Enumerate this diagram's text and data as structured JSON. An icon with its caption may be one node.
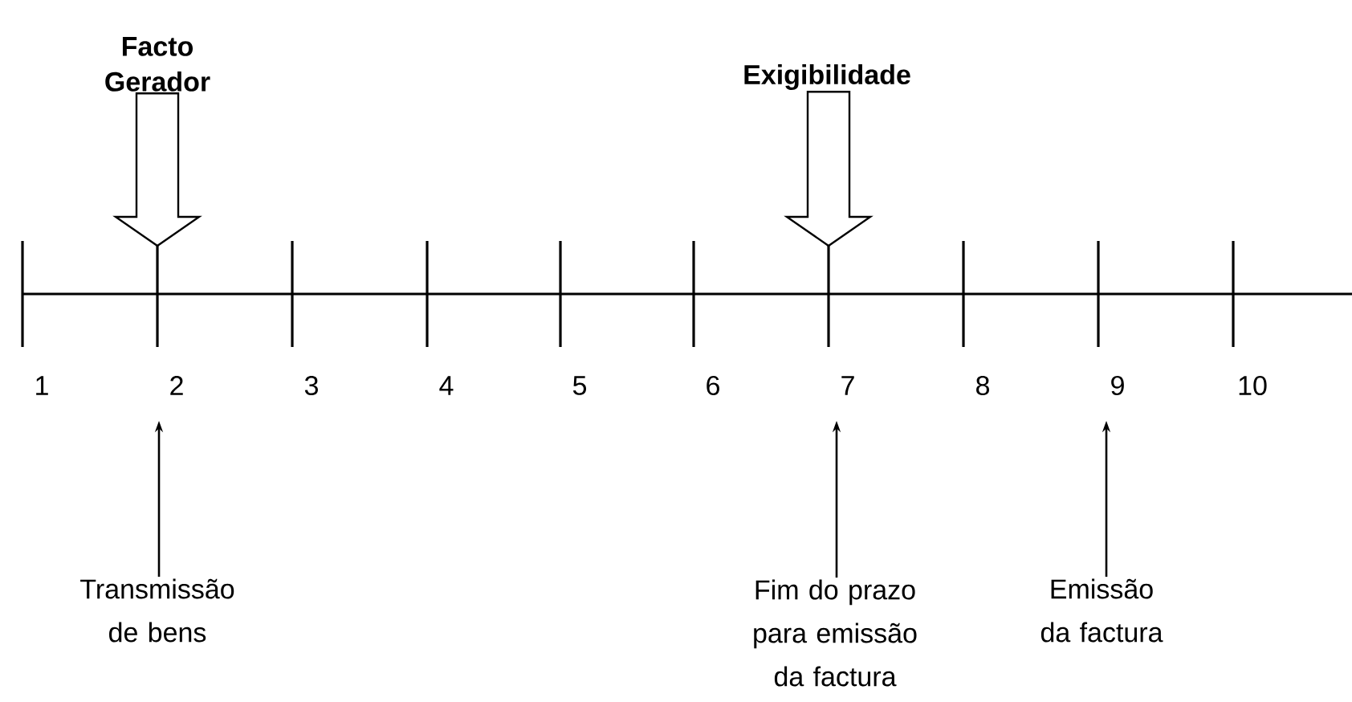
{
  "diagram": {
    "nodes": [
      {
        "text": [
          "Facto Gerador"
        ]
      },
      {
        "text": [
          "Exigibilidade"
        ]
      },
      {
        "text": [
          "Transmissão de bens"
        ]
      },
      {
        "text": [
          "Fim do prazo para emissão da factura"
        ]
      },
      {
        "text": [
          "Emissão da factura"
        ]
      }
    ],
    "edges": [
      {
        "from": 0,
        "to": null,
        "arrow": "to",
        "style": "thick"
      },
      {
        "from": 1,
        "to": null,
        "arrow": "to",
        "style": "thick"
      },
      {
        "from": 2,
        "to": null,
        "arrow": "to"
      },
      {
        "from": 3,
        "to": null,
        "arrow": "to"
      },
      {
        "from": 4,
        "to": null,
        "arrow": "to"
      }
    ],
    "labels": [
      "1",
      "2",
      "3",
      "4",
      "5",
      "6",
      "7",
      "8",
      "9",
      "10"
    ]
  }
}
